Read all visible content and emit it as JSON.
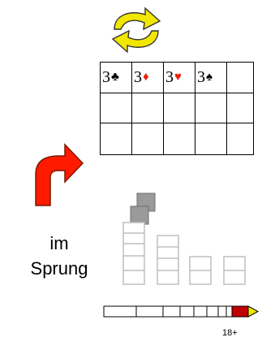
{
  "cards": [
    {
      "rank": "3",
      "suit": "♣",
      "color": "#000000"
    },
    {
      "rank": "3",
      "suit": "♦",
      "color": "#e8200a"
    },
    {
      "rank": "3",
      "suit": "♥",
      "color": "#e8200a"
    },
    {
      "rank": "3",
      "suit": "♠",
      "color": "#000000"
    }
  ],
  "caption": {
    "line1": "im",
    "line2": "Sprung"
  },
  "bar": {
    "label": "18+"
  },
  "colors": {
    "arrows_yellow": "#f2e700",
    "turn_arrow_red": "#ff1a00",
    "stack_gray": "#bfbfbf",
    "bar_red": "#c00000"
  }
}
